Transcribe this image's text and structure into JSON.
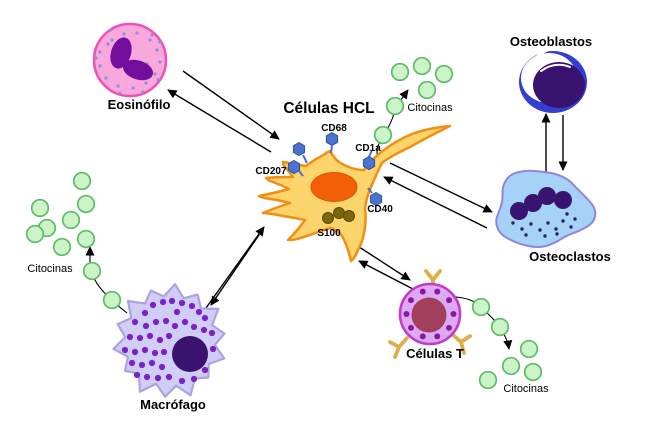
{
  "diagram": {
    "title": "Células HCL",
    "labels": {
      "eosinophil": "Eosinófilo",
      "osteoblast": "Osteoblastos",
      "osteoclast": "Osteoclastos",
      "macrophage": "Macrófago",
      "tcell": "Células T",
      "cytokines_left": "Citocinas",
      "cytokines_top": "Citocinas",
      "cytokines_bottom": "Citocinas"
    },
    "markers": {
      "cd68": "CD68",
      "cd207": "CD207",
      "cd1a": "CD1a",
      "cd40": "CD40",
      "s100": "S100"
    },
    "colors": {
      "hcl_cell": "#FBD46B",
      "hcl_outline": "#F28E12",
      "hcl_nucleus": "#F35F07",
      "marker_hexagon": "#4A72CE",
      "s100_granule": "#7D650A",
      "cytokine_fill": "#CDF3C8",
      "cytokine_outline": "#5CBD68",
      "eosinophil_fill": "#F9A8DC",
      "eosinophil_outline": "#F14FB4",
      "eosinophil_nucleus": "#750D9C",
      "eosinophil_dot": "#8A8FE0",
      "osteoblast_outer": "#333FD0",
      "osteoblast_nucleus": "#38136F",
      "osteoclast_fill": "#A5D2F6",
      "osteoclast_outline": "#8F85DC",
      "osteoclast_nucleus": "#38136F",
      "macrophage_fill": "#D0CDF6",
      "macrophage_outline": "#A9A4E5",
      "macrophage_granule": "#7A22C8",
      "macrophage_nucleus": "#39136F",
      "tcell_fill": "#DCA9F2",
      "tcell_outline": "#C23CC8",
      "tcell_nucleus": "#A23F5C",
      "tcell_ring_dot": "#8B189E",
      "tcell_receptor": "#DFAD49",
      "arrow": "#000000"
    }
  }
}
